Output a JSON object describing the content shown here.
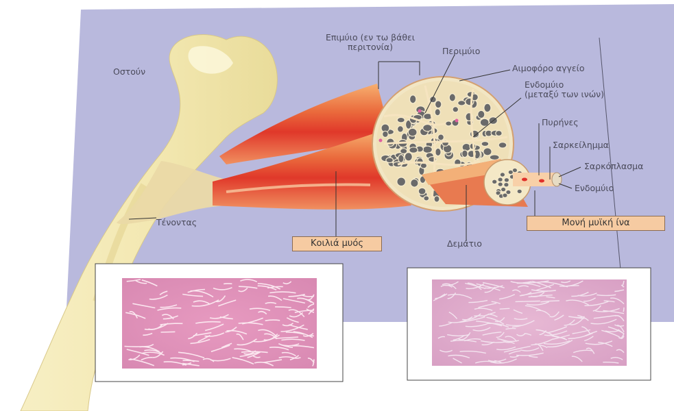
{
  "labels": {
    "bone": "Οστούν",
    "tendon": "Τένοντας",
    "epimysium_line1": "Επιμύιο (εν τω βάθει",
    "epimysium_line2": "περιτονία)",
    "perimysium": "Περιμύιο",
    "blood_vessel": "Αιμοφόρο αγγείο",
    "endomysium_line1": "Ενδομύιο",
    "endomysium_line2": "(μεταξύ των ινών)",
    "nuclei": "Πυρήνες",
    "sarcolemma": "Σαρκείλημμα",
    "sarcoplasm": "Σαρκόπλασμα",
    "endomysium2": "Ενδομύιο",
    "fascicle": "Δεμάτιο"
  },
  "tags": {
    "muscle_belly": "Κοιλιά μυός",
    "single_fiber": "Μονή μυϊκή ίνα"
  },
  "colors": {
    "panel": "#b9b9dd",
    "bone": "#f4ebb8",
    "muscle": "#e8503a",
    "tissue_pink": "#e6a3c4",
    "tag": "#f6cba2"
  }
}
